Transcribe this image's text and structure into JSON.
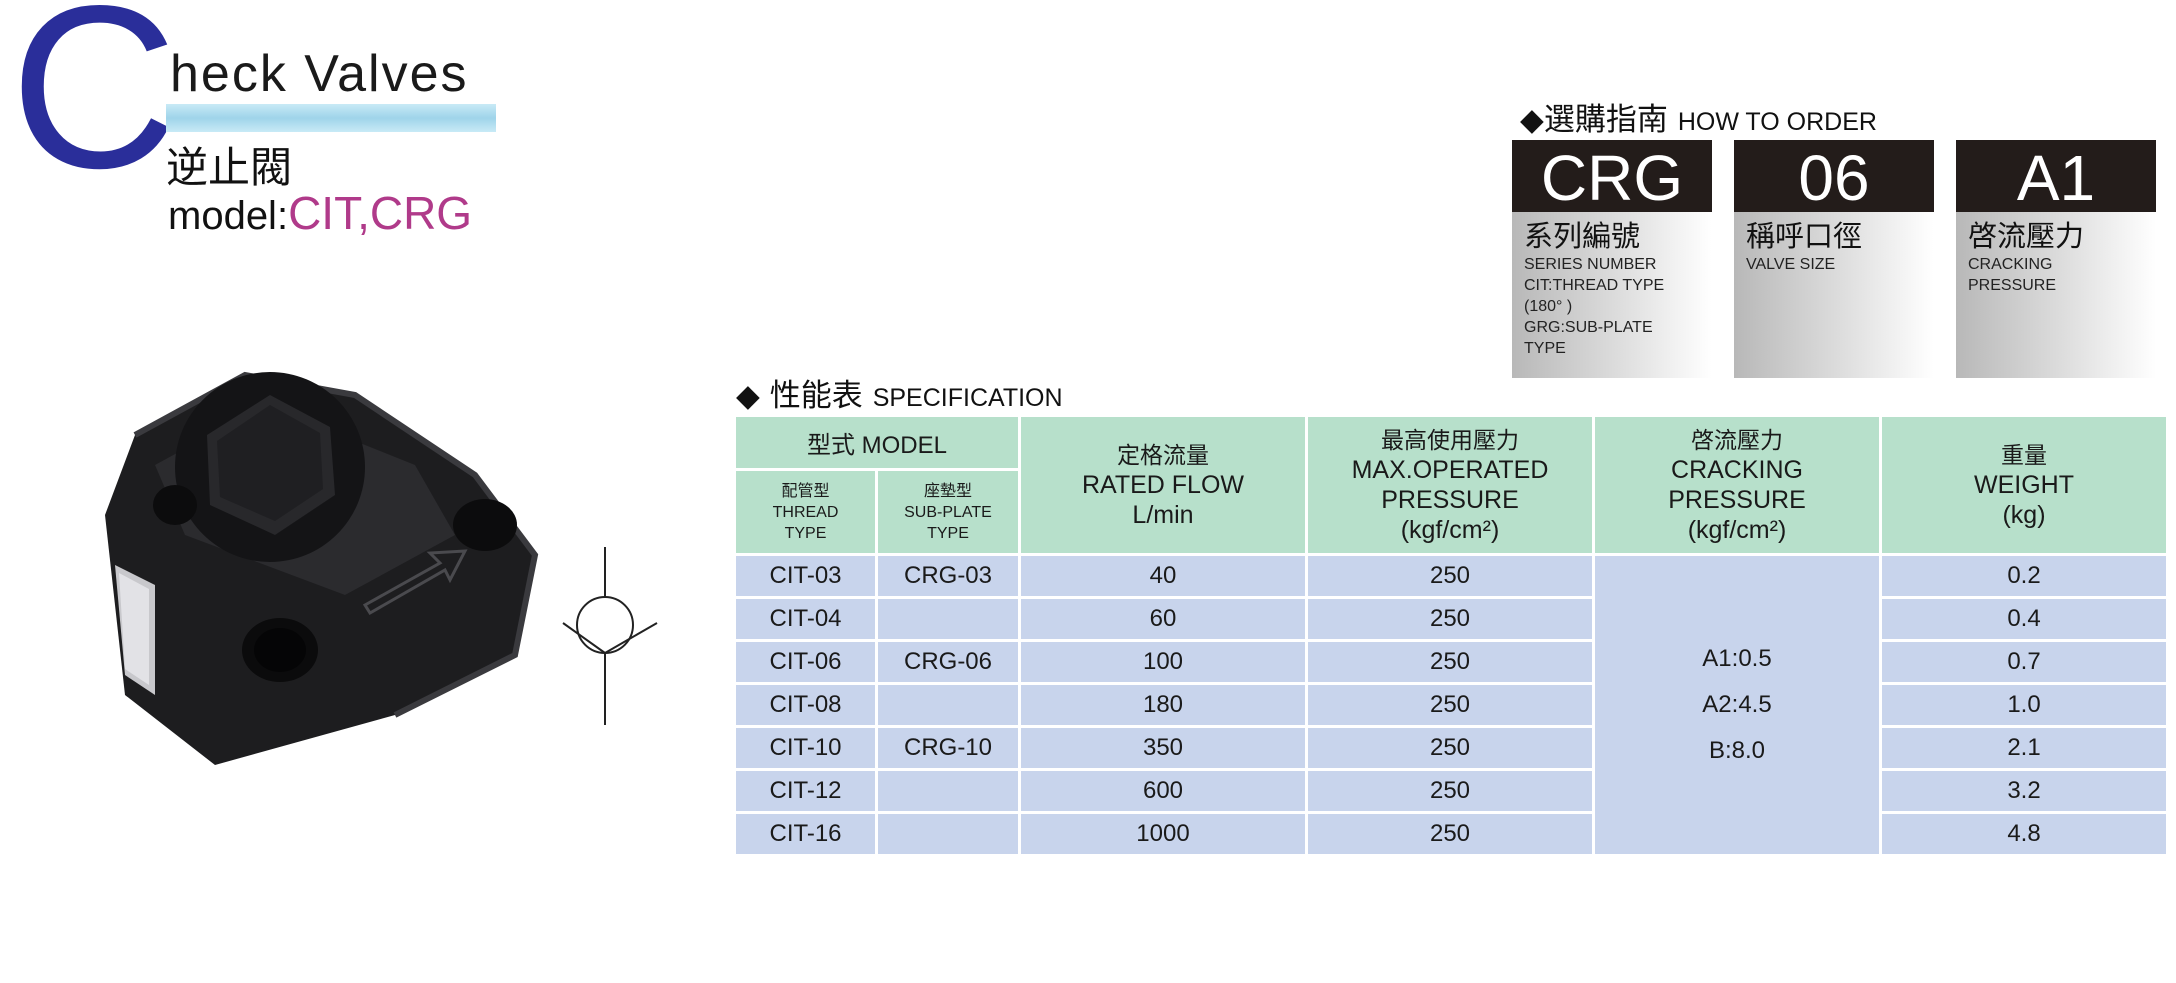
{
  "header": {
    "big_letter": "C",
    "title_en": "heck Valves",
    "title_zh": "逆止閥",
    "model_label": "model:",
    "model_value": "CIT,CRG"
  },
  "order": {
    "heading_zh": "◆選購指南",
    "heading_en": "HOW TO ORDER",
    "boxes": [
      {
        "code": "CRG",
        "title_zh": "系列編號",
        "desc_en": "SERIES NUMBER\nCIT:THREAD TYPE\n(180° )\nGRG:SUB-PLATE\nTYPE"
      },
      {
        "code": "06",
        "title_zh": "稱呼口徑",
        "desc_en": "VALVE SIZE"
      },
      {
        "code": "A1",
        "title_zh": "啓流壓力",
        "desc_en": "CRACKING\nPRESSURE"
      }
    ]
  },
  "spec": {
    "heading_zh": "◆ 性能表",
    "heading_en": "SPECIFICATION",
    "headers": {
      "model": "型式 MODEL",
      "thread": "配管型\nTHREAD\nTYPE",
      "subplate": "座墊型\nSUB-PLATE\nTYPE",
      "flow_zh": "定格流量",
      "flow_en": "RATED FLOW\nL/min",
      "pressure_zh": "最高使用壓力",
      "pressure_en": "MAX.OPERATED\nPRESSURE\n(kgf/cm²)",
      "cracking_zh": "啓流壓力",
      "cracking_en": "CRACKING\nPRESSURE\n(kgf/cm²)",
      "weight_zh": "重量",
      "weight_en": "WEIGHT\n(kg)"
    },
    "cracking_values": "A1:0.5\nA2:4.5\nB:8.0",
    "rows": [
      {
        "thread": "CIT-03",
        "subplate": "CRG-03",
        "flow": "40",
        "pressure": "250",
        "weight": "0.2"
      },
      {
        "thread": "CIT-04",
        "subplate": "",
        "flow": "60",
        "pressure": "250",
        "weight": "0.4"
      },
      {
        "thread": "CIT-06",
        "subplate": "CRG-06",
        "flow": "100",
        "pressure": "250",
        "weight": "0.7"
      },
      {
        "thread": "CIT-08",
        "subplate": "",
        "flow": "180",
        "pressure": "250",
        "weight": "1.0"
      },
      {
        "thread": "CIT-10",
        "subplate": "CRG-10",
        "flow": "350",
        "pressure": "250",
        "weight": "2.1"
      },
      {
        "thread": "CIT-12",
        "subplate": "",
        "flow": "600",
        "pressure": "250",
        "weight": "3.2"
      },
      {
        "thread": "CIT-16",
        "subplate": "",
        "flow": "1000",
        "pressure": "250",
        "weight": "4.8"
      }
    ]
  },
  "colors": {
    "title_blue": "#2a2e9a",
    "model_magenta": "#b03a8a",
    "table_header_green": "#b7e0cb",
    "table_body_blue": "#c8d4ec",
    "order_code_dark": "#231c1a"
  }
}
